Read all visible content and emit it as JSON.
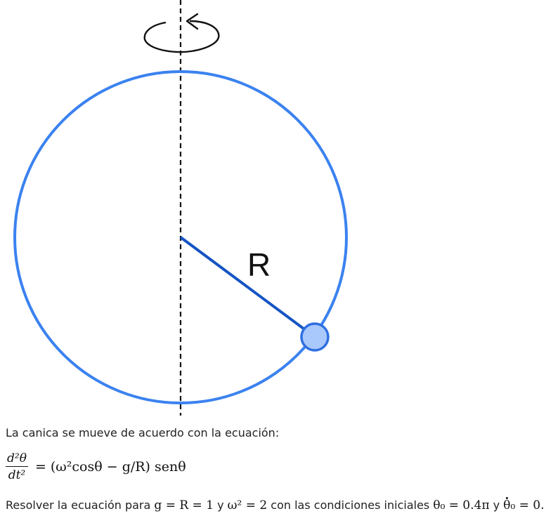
{
  "diagram": {
    "radius_label": "R",
    "colors": {
      "hoop": "#3b82f0",
      "radius_line": "#1554c4",
      "bead_fill": "#a9c8fb",
      "bead_stroke": "#2f6fe0",
      "axis": "#111111"
    },
    "icons": [
      "rotation-arrow-icon"
    ]
  },
  "text": {
    "intro": "La canica se mueve de acuerdo con la ecuación:",
    "equation": {
      "lhs_numerator": "d²θ",
      "lhs_denominator": "dt²",
      "rhs": "= (ω²cosθ − g/R) senθ"
    },
    "task": {
      "prefix": "Resolver la ecuación para ",
      "cond1": "g = R = 1",
      "y1": " y ",
      "cond2": "ω² = 2",
      "middle": " con las condiciones iniciales ",
      "cond3": "θ₀ = 0.4π",
      "y2": " y ",
      "cond4_var": "θ",
      "cond4_rest": "₀ = 0."
    }
  }
}
